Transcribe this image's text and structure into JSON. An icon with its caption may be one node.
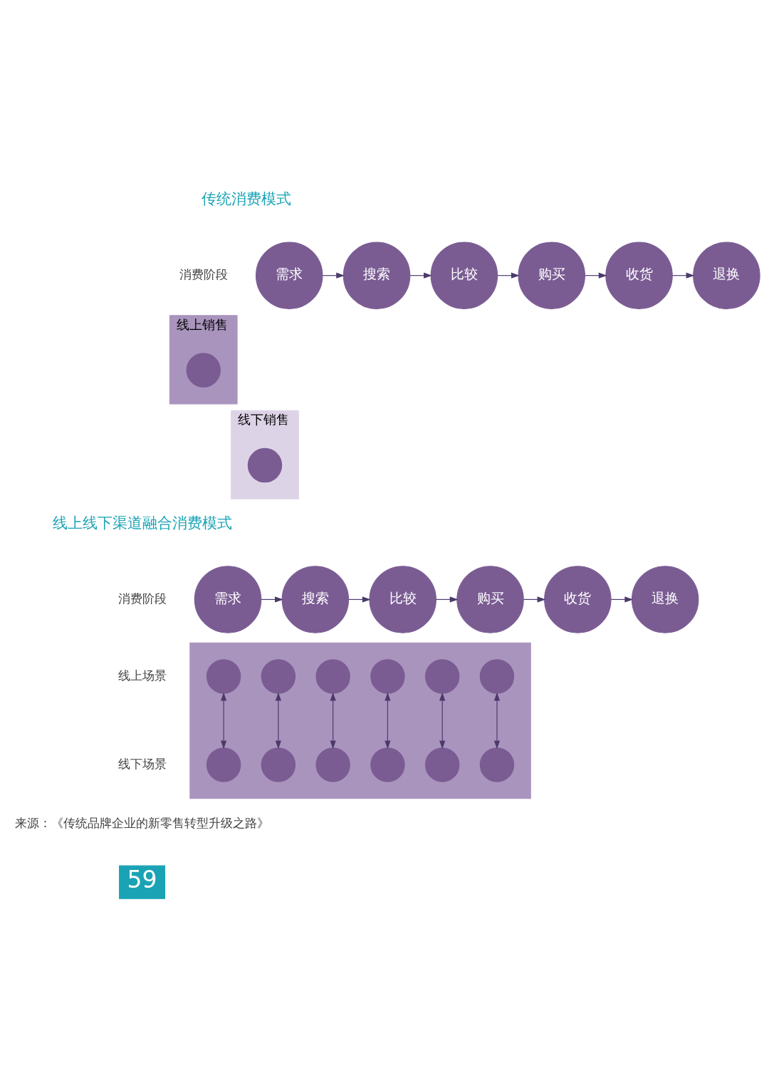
{
  "diagram": {
    "nodes": [
      {
        "text": [
          "需求"
        ]
      },
      {
        "text": [
          "搜索"
        ]
      },
      {
        "text": [
          "比较"
        ]
      },
      {
        "text": [
          "购买"
        ]
      },
      {
        "text": [
          "收货"
        ]
      },
      {
        "text": [
          "退换"
        ]
      },
      {
        "text": [
          "线上销售"
        ]
      },
      {
        "text": [],
        "shape": "circle",
        "in": 6
      },
      {
        "text": [
          "线下销售"
        ]
      },
      {
        "text": [],
        "shape": "circle",
        "in": 8
      },
      {
        "text": [
          "需求"
        ]
      },
      {
        "text": [
          "搜索"
        ]
      },
      {
        "text": [
          "比较"
        ]
      },
      {
        "text": [
          "购买"
        ]
      },
      {
        "text": [
          "收货"
        ]
      },
      {
        "text": [
          "退换"
        ]
      },
      {
        "text": [],
        "shape": "box"
      },
      {
        "text": [],
        "shape": "circle",
        "in": 16
      },
      {
        "text": [],
        "shape": "circle",
        "in": 16
      },
      {
        "text": [],
        "shape": "circle",
        "in": 16
      },
      {
        "text": [],
        "shape": "circle",
        "in": 16
      },
      {
        "text": [],
        "shape": "circle",
        "in": 16
      },
      {
        "text": [],
        "shape": "circle",
        "in": 16
      },
      {
        "text": [],
        "shape": "circle",
        "in": 16
      },
      {
        "text": [],
        "shape": "circle",
        "in": 16
      },
      {
        "text": [],
        "shape": "circle",
        "in": 16
      },
      {
        "text": [],
        "shape": "circle",
        "in": 16
      },
      {
        "text": [],
        "shape": "circle",
        "in": 16
      },
      {
        "text": [],
        "shape": "circle",
        "in": 16
      }
    ],
    "edges": [
      {
        "from": 0,
        "to": 1,
        "arrow": "to"
      },
      {
        "from": 1,
        "to": 2,
        "arrow": "to"
      },
      {
        "from": 2,
        "to": 3,
        "arrow": "to"
      },
      {
        "from": 3,
        "to": 4,
        "arrow": "to"
      },
      {
        "from": 4,
        "to": 5,
        "arrow": "to"
      },
      {
        "from": 10,
        "to": 11,
        "arrow": "to"
      },
      {
        "from": 11,
        "to": 12,
        "arrow": "to"
      },
      {
        "from": 12,
        "to": 13,
        "arrow": "to"
      },
      {
        "from": 13,
        "to": 14,
        "arrow": "to"
      },
      {
        "from": 14,
        "to": 15,
        "arrow": "to"
      },
      {
        "from": 17,
        "to": 23,
        "arrow": "both"
      },
      {
        "from": 18,
        "to": 24,
        "arrow": "both"
      },
      {
        "from": 19,
        "to": 25,
        "arrow": "both"
      },
      {
        "from": 20,
        "to": 26,
        "arrow": "both"
      },
      {
        "from": 21,
        "to": 27,
        "arrow": "both"
      },
      {
        "from": 22,
        "to": 28,
        "arrow": "both"
      }
    ],
    "labels": [
      "传统消费模式",
      "消费阶段",
      "线上线下渠道融合消费模式",
      "消费阶段",
      "线上场景",
      "线下场景",
      "来源：《传统品牌企业的新零售转型升级之路》",
      "59"
    ]
  }
}
